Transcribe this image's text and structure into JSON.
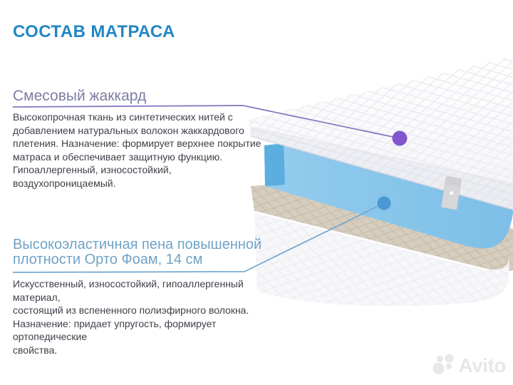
{
  "page": {
    "title": "СОСТАВ МАТРАСА"
  },
  "sections": [
    {
      "id": "jacquard",
      "heading": "Смесовый жаккард",
      "body_lines": [
        "Высокопрочная ткань из синтетических нитей с",
        "добавлением натуральных волокон жаккардового",
        "плетения. Назначение: формирует верхнее покрытие",
        "матраса и обеспечивает защитную функцию.",
        "Гипоаллергенный, износостойкий, воздухопроницаемый."
      ]
    },
    {
      "id": "foam",
      "heading_lines": [
        "Высокоэластичная пена повышенной",
        "плотности Орто Фоам, 14 см"
      ],
      "body_lines": [
        "Искусственный, износостойкий, гипоаллергенный материал,",
        "состоящий из вспененного полиэфирного волокна.",
        "Назначение: придает упругость, формирует ортопедические",
        "свойства."
      ]
    }
  ],
  "watermark": {
    "text": "Avito"
  },
  "colors": {
    "title": "#2187c5",
    "heading_jacquard": "#7b7da2",
    "heading_foam": "#71a2c6",
    "body_text": "#3f3f4a",
    "callout_jacquard_line": "#8578c0",
    "callout_jacquard_dot": "#8257ce",
    "callout_foam_line": "#74a9d1",
    "callout_foam_dot": "#4b97d3",
    "foam_layer": "#8cc8ec",
    "foam_layer_shaded": "#5cade0",
    "base_quilt_top": "#d6cdbe",
    "mattress_white": "#fcfcfe"
  }
}
